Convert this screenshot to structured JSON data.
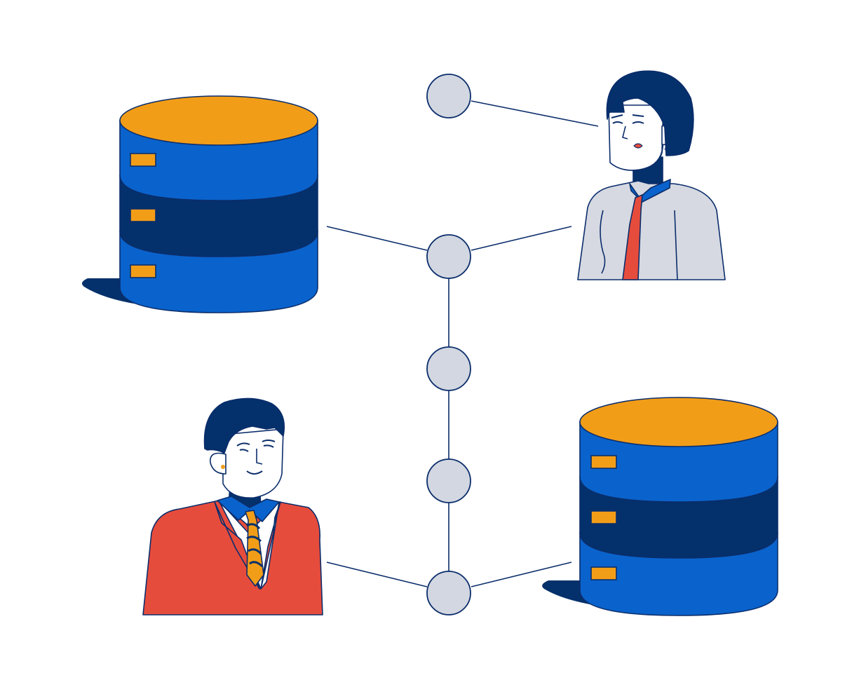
{
  "colors": {
    "background": "#ffffff",
    "outline": "#0b2d6b",
    "navy": "#04306b",
    "royal_blue": "#0a63cc",
    "orange": "#f29d18",
    "node_gray": "#d2d7e1",
    "shirt_gray": "#d6d9e2",
    "red": "#e64c3c",
    "skin": "#ffffff"
  },
  "diagram": {
    "databases": [
      {
        "name": "database-top-left",
        "icon": "database-icon"
      },
      {
        "name": "database-bottom-right",
        "icon": "database-icon"
      }
    ],
    "people": [
      {
        "name": "woman-avatar",
        "icon": "woman-avatar-icon"
      },
      {
        "name": "man-avatar",
        "icon": "man-avatar-icon"
      }
    ],
    "nodes": [
      {
        "name": "node-top"
      },
      {
        "name": "node-upper"
      },
      {
        "name": "node-middle"
      },
      {
        "name": "node-lower"
      },
      {
        "name": "node-bottom"
      }
    ]
  }
}
